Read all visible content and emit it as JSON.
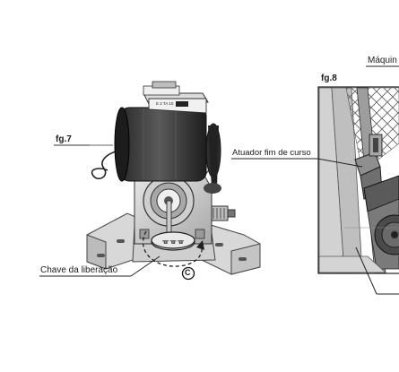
{
  "figure_7": {
    "label": "fg.7",
    "callout_release_key": "Chave da liberação",
    "callout_symbol": "C",
    "nameplate_text": "E 2 TA 10"
  },
  "figure_8": {
    "label": "fg.8",
    "header_text": "Máquin",
    "callout_limit_actuator": "Atuador fim de curso"
  }
}
